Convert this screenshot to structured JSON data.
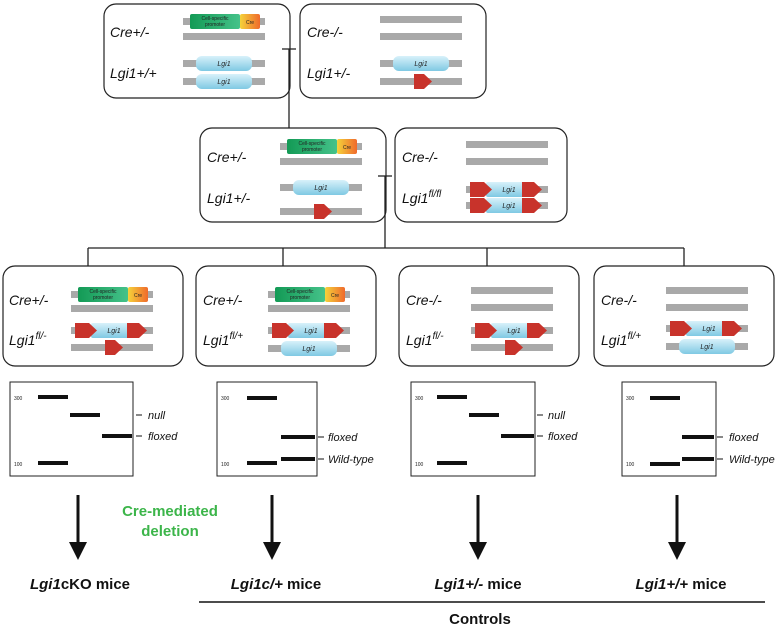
{
  "genotypes": {
    "cre_pos": "Cre+/-",
    "cre_neg": "Cre-/-",
    "lgi1_wt": "Lgi1+/+",
    "lgi1_het": "Lgi1+/-",
    "lgi1_flfl_base": "Lgi1",
    "lgi1_flfl_sup": "fl/fl",
    "lgi1_flnull_base": "Lgi1",
    "lgi1_flnull_sup": "fl/-",
    "lgi1_flwt_base": "Lgi1",
    "lgi1_flwt_sup": "fl/+"
  },
  "construct": {
    "promoter_line1": "Cell-specific",
    "promoter_line2": "promoter",
    "cre": "Cre",
    "gene": "Lgi1"
  },
  "gel": {
    "marker_300": "300",
    "marker_100": "100",
    "null": "null",
    "floxed": "floxed",
    "wildtype": "Wild-type"
  },
  "annotation": {
    "line1": "Cre-mediated",
    "line2": "deletion",
    "color": "#3cb54a"
  },
  "outcomes": {
    "cko_bold": "Lgi1",
    "cko_rest": "cKO mice",
    "c_plus_italic": "Lgi1c/+",
    "c_plus_rest": " mice",
    "het_italic": "Lgi1+/-",
    "het_rest": " mice",
    "wt_italic": "Lgi1+/+",
    "wt_rest": " mice",
    "controls": "Controls"
  },
  "colors": {
    "promoter_green": "#1aa36a",
    "cre_yellow": "#f2c12e",
    "gene_blue": "#a8dcee",
    "loxp_red": "#c8332b",
    "chromosome_gray": "#a9a9a9"
  }
}
